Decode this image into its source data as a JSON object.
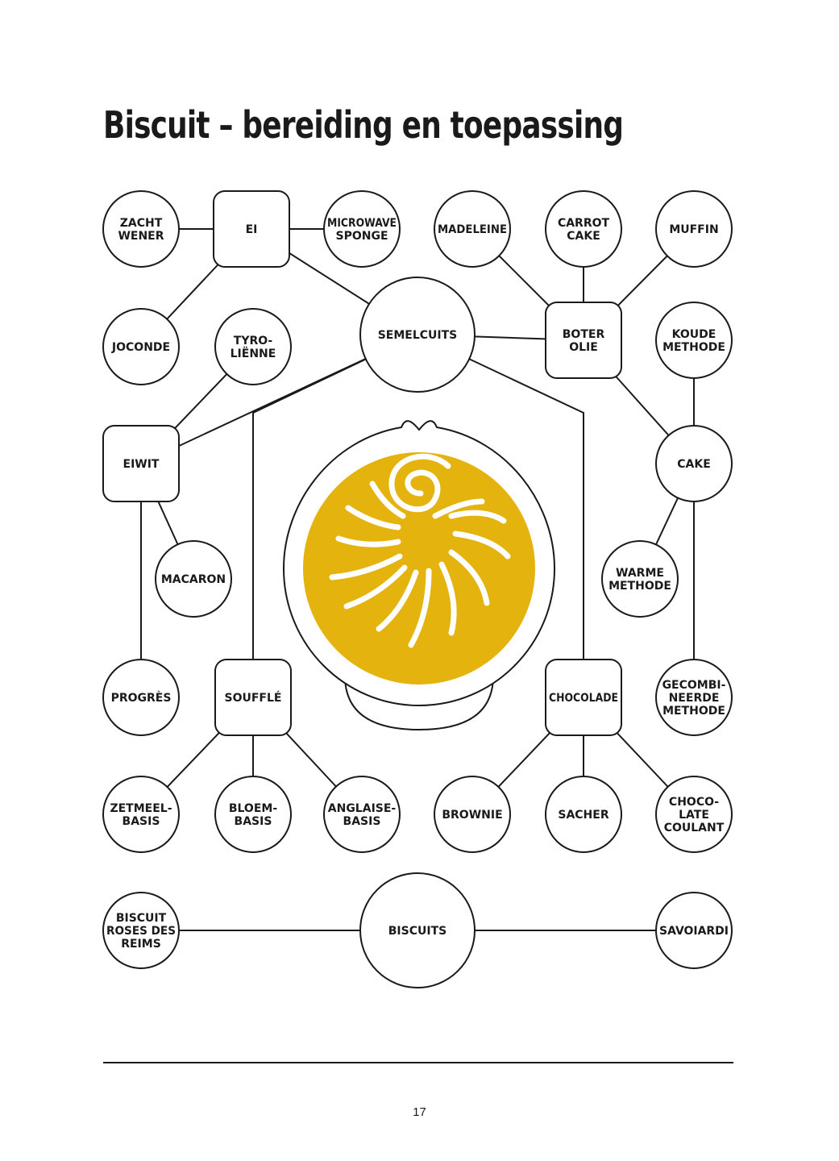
{
  "page": {
    "title": "Biscuit – bereiding en toepassing",
    "page_number": "17"
  },
  "colors": {
    "ink": "#1a1a1a",
    "accent": "#e5b30e",
    "background": "#ffffff"
  },
  "illustration": {
    "icon": "mixing-bowl-with-swirl-icon"
  },
  "nodes": [
    {
      "id": "zacht-wener",
      "shape": "circle",
      "lines": [
        "ZACHT",
        "WENER"
      ]
    },
    {
      "id": "ei",
      "shape": "square",
      "lines": [
        "EI"
      ]
    },
    {
      "id": "microwave-sponge",
      "shape": "circle",
      "lines": [
        "MICROWAVE",
        "SPONGE"
      ]
    },
    {
      "id": "madeleine",
      "shape": "circle",
      "lines": [
        "MADELEINE"
      ]
    },
    {
      "id": "carrot-cake",
      "shape": "circle",
      "lines": [
        "CARROT",
        "CAKE"
      ]
    },
    {
      "id": "muffin",
      "shape": "circle",
      "lines": [
        "MUFFIN"
      ]
    },
    {
      "id": "joconde",
      "shape": "circle",
      "lines": [
        "JOCONDE"
      ]
    },
    {
      "id": "tyrolienne",
      "shape": "circle",
      "lines": [
        "TYRO-",
        "LIËNNE"
      ]
    },
    {
      "id": "semelcuits",
      "shape": "bigcircle",
      "lines": [
        "SEMELCUITS"
      ]
    },
    {
      "id": "boter-olie",
      "shape": "square",
      "lines": [
        "BOTER",
        "OLIE"
      ]
    },
    {
      "id": "koude-methode",
      "shape": "circle",
      "lines": [
        "KOUDE",
        "METHODE"
      ]
    },
    {
      "id": "eiwit",
      "shape": "square",
      "lines": [
        "EIWIT"
      ]
    },
    {
      "id": "cake",
      "shape": "circle",
      "lines": [
        "CAKE"
      ]
    },
    {
      "id": "macaron",
      "shape": "circle",
      "lines": [
        "MACARON"
      ]
    },
    {
      "id": "warme-methode",
      "shape": "circle",
      "lines": [
        "WARME",
        "METHODE"
      ]
    },
    {
      "id": "progres",
      "shape": "circle",
      "lines": [
        "PROGRÈS"
      ]
    },
    {
      "id": "souffle",
      "shape": "square",
      "lines": [
        "SOUFFLÉ"
      ]
    },
    {
      "id": "chocolade",
      "shape": "square",
      "lines": [
        "CHOCOLADE"
      ]
    },
    {
      "id": "gecombineerde-methode",
      "shape": "circle",
      "lines": [
        "GECOMBI-",
        "NEERDE",
        "METHODE"
      ]
    },
    {
      "id": "zetmeelbasis",
      "shape": "circle",
      "lines": [
        "ZETMEEL-",
        "BASIS"
      ]
    },
    {
      "id": "bloembasis",
      "shape": "circle",
      "lines": [
        "BLOEM-",
        "BASIS"
      ]
    },
    {
      "id": "anglaisebasis",
      "shape": "circle",
      "lines": [
        "ANGLAISE-",
        "BASIS"
      ]
    },
    {
      "id": "brownie",
      "shape": "circle",
      "lines": [
        "BROWNIE"
      ]
    },
    {
      "id": "sacher",
      "shape": "circle",
      "lines": [
        "SACHER"
      ]
    },
    {
      "id": "chocolate-coulant",
      "shape": "circle",
      "lines": [
        "CHOCO-",
        "LATE",
        "COULANT"
      ]
    },
    {
      "id": "biscuit-roses-des-reims",
      "shape": "circle",
      "lines": [
        "BISCUIT",
        "ROSES DES",
        "REIMS"
      ]
    },
    {
      "id": "biscuits",
      "shape": "bigcircle",
      "lines": [
        "BISCUITS"
      ]
    },
    {
      "id": "savoiardi",
      "shape": "circle",
      "lines": [
        "SAVOIARDI"
      ]
    }
  ],
  "edges": [
    {
      "from": "zacht-wener",
      "to": "ei"
    },
    {
      "from": "ei",
      "to": "microwave-sponge"
    },
    {
      "from": "ei",
      "to": "joconde"
    },
    {
      "from": "ei",
      "to": "semelcuits"
    },
    {
      "from": "semelcuits",
      "to": "boter-olie"
    },
    {
      "from": "madeleine",
      "to": "boter-olie"
    },
    {
      "from": "carrot-cake",
      "to": "boter-olie"
    },
    {
      "from": "muffin",
      "to": "boter-olie"
    },
    {
      "from": "boter-olie",
      "to": "cake"
    },
    {
      "from": "koude-methode",
      "to": "cake"
    },
    {
      "from": "cake",
      "to": "warme-methode"
    },
    {
      "from": "cake",
      "to": "gecombineerde-methode"
    },
    {
      "from": "tyrolienne",
      "to": "eiwit"
    },
    {
      "from": "semelcuits",
      "to": "eiwit"
    },
    {
      "from": "eiwit",
      "to": "macaron"
    },
    {
      "from": "eiwit",
      "to": "progres"
    },
    {
      "from": "semelcuits",
      "to": "souffle"
    },
    {
      "from": "semelcuits",
      "to": "chocolade"
    },
    {
      "from": "souffle",
      "to": "zetmeelbasis"
    },
    {
      "from": "souffle",
      "to": "bloembasis"
    },
    {
      "from": "souffle",
      "to": "anglaisebasis"
    },
    {
      "from": "chocolade",
      "to": "brownie"
    },
    {
      "from": "chocolade",
      "to": "sacher"
    },
    {
      "from": "chocolade",
      "to": "chocolate-coulant"
    },
    {
      "from": "biscuit-roses-des-reims",
      "to": "biscuits"
    },
    {
      "from": "biscuits",
      "to": "savoiardi"
    }
  ]
}
